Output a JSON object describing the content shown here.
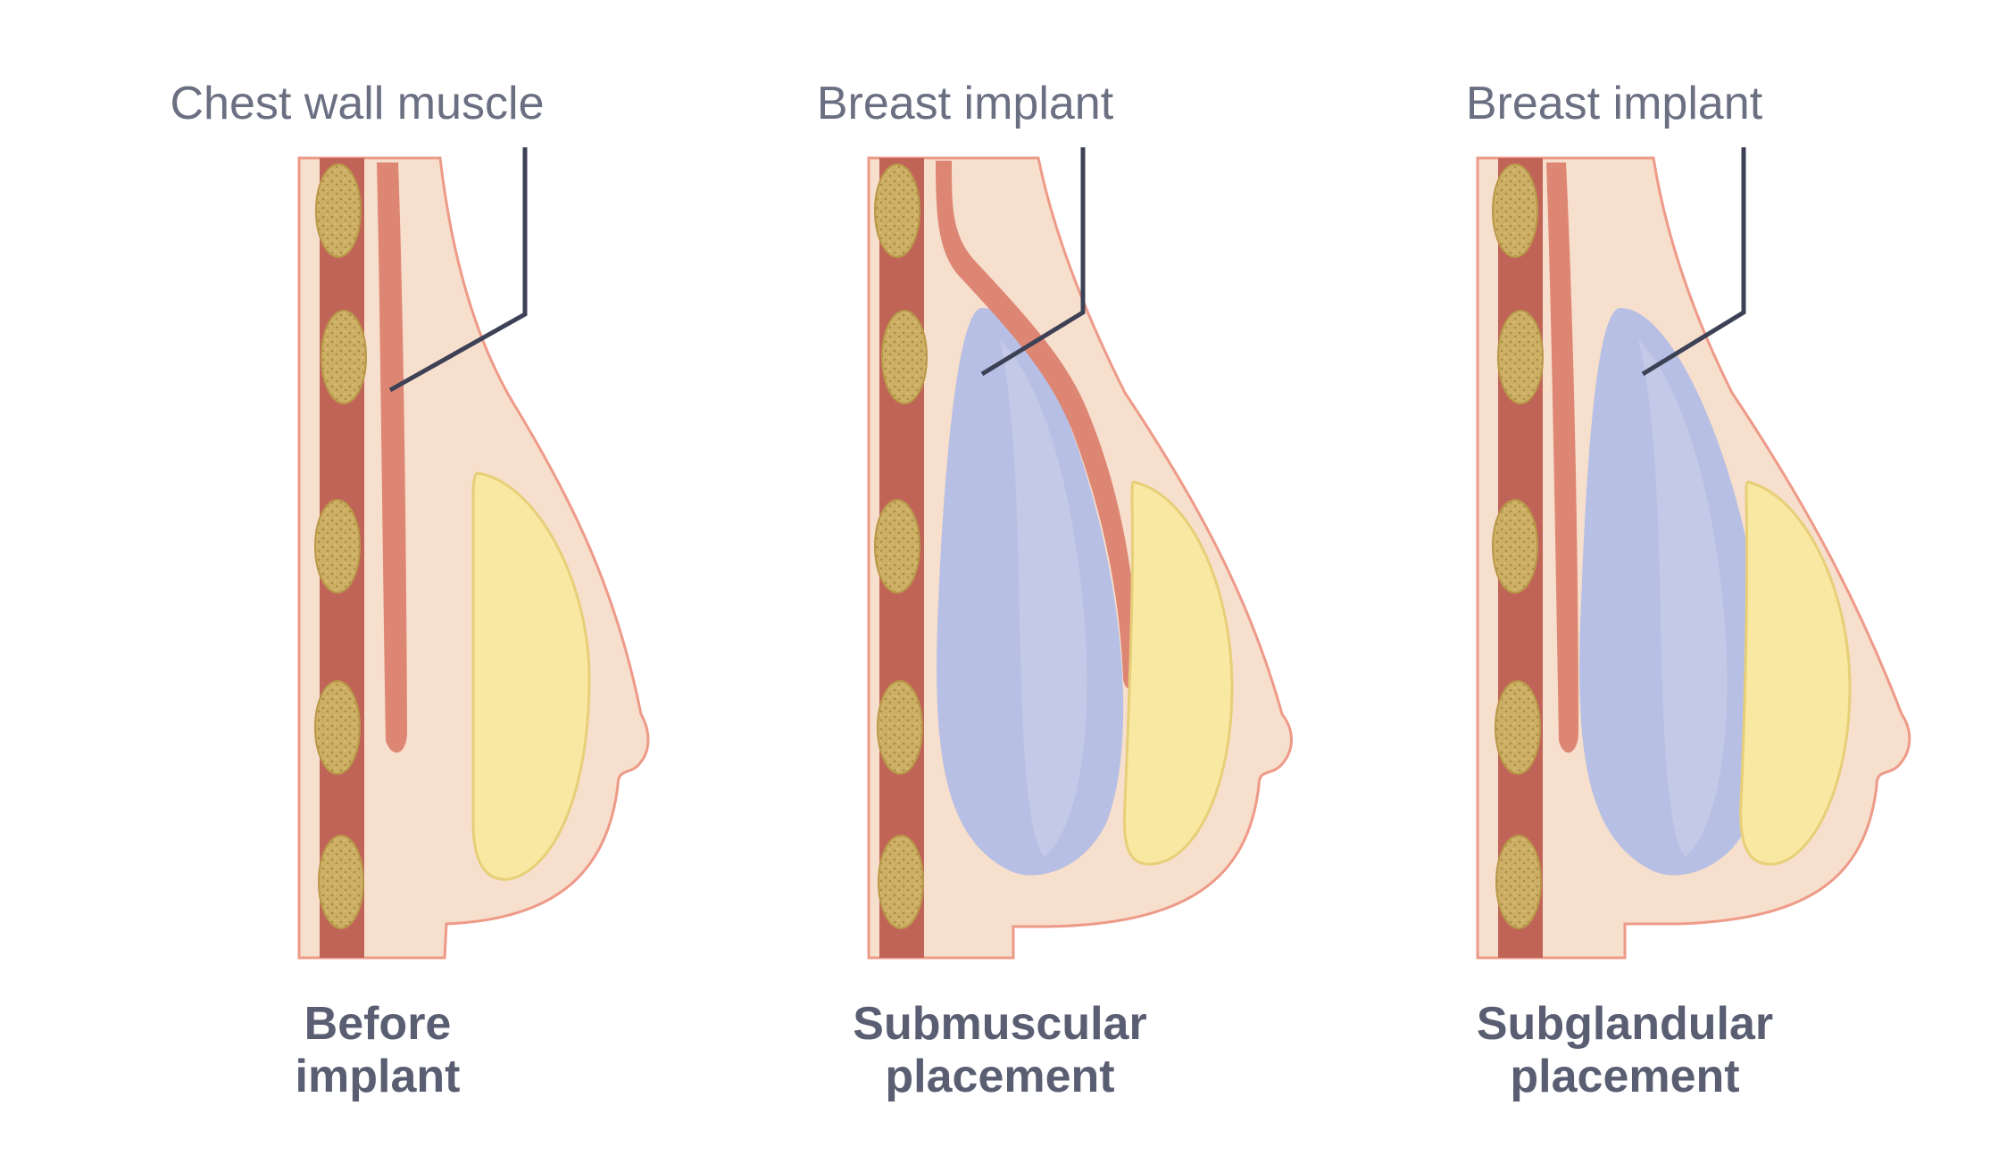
{
  "panels": [
    {
      "callout_label": "Chest wall muscle",
      "caption_line1": "Before",
      "caption_line2": "implant"
    },
    {
      "callout_label": "Breast implant",
      "caption_line1": "Submuscular",
      "caption_line2": "placement"
    },
    {
      "callout_label": "Breast implant",
      "caption_line1": "Subglandular",
      "caption_line2": "placement"
    }
  ],
  "colors": {
    "skin": "#f7dfcd",
    "skin_outline": "#ee9a88",
    "rib_band": "#c06458",
    "rib_bone": "#cdb065",
    "muscle": "#de8674",
    "gland": "#f9e8a2",
    "gland_outline": "#e6cf78",
    "implant": "#b7bfe4",
    "implant_highlight": "#c6cce6",
    "leader_line": "#3d4155"
  }
}
